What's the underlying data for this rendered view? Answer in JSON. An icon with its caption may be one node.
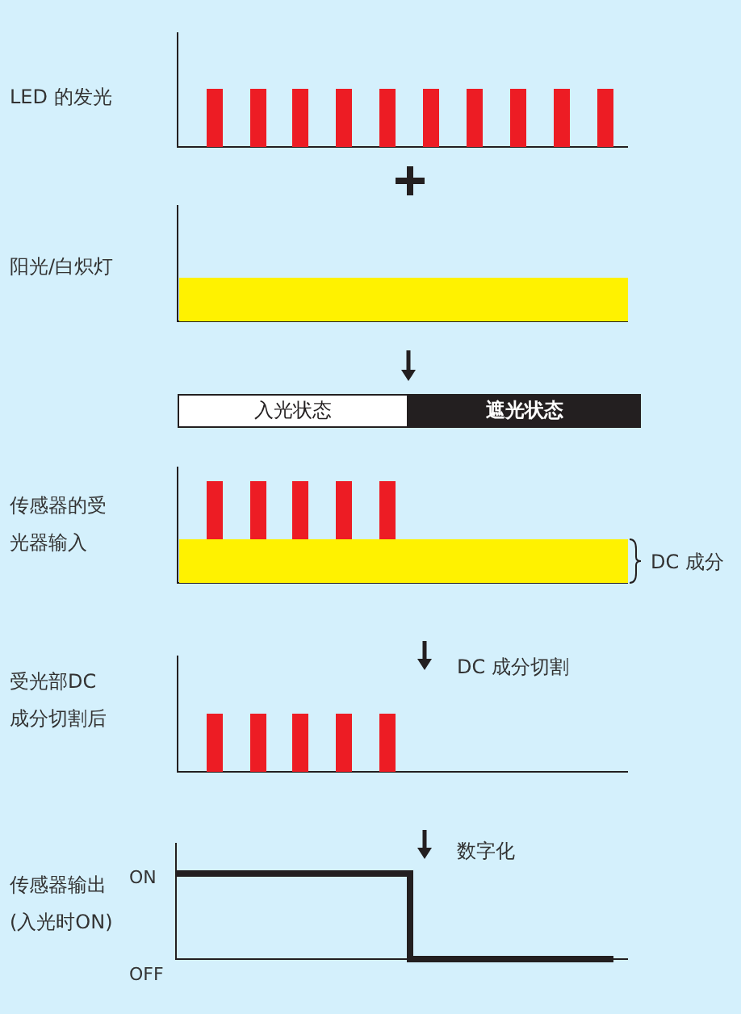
{
  "diagram": {
    "nodes": [
      {
        "text": [
          "入光状态"
        ]
      },
      {
        "text": [
          "遮光状态"
        ]
      }
    ],
    "labels": [
      "LED 的发光",
      "阳光/白炽灯",
      "传感器的受光器输入",
      "DC 成分",
      "DC 成分切割",
      "受光部DC成分切割后",
      "数字化",
      "传感器输出(入光时ON)",
      "ON",
      "OFF"
    ]
  }
}
